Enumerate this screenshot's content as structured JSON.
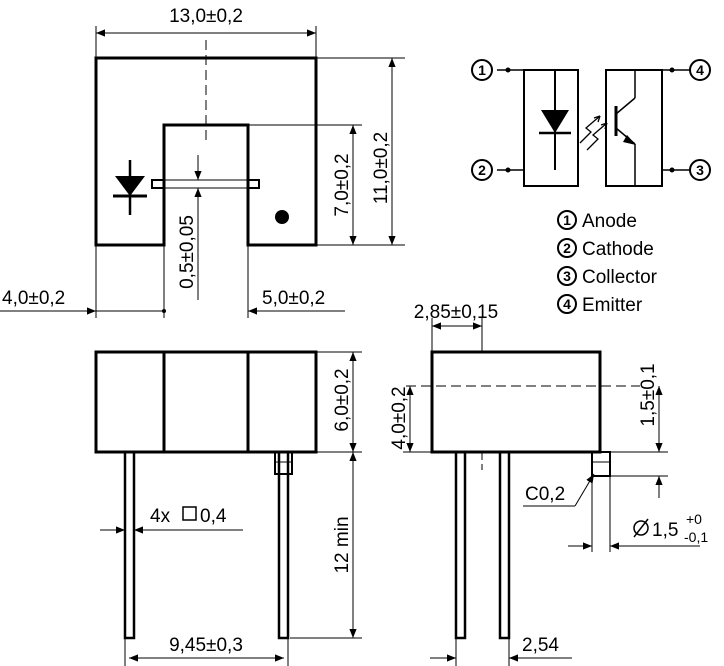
{
  "dimensions": {
    "width_top": "13,0±0,2",
    "height_total": "11,0±0,2",
    "slot_depth": "7,0±0,2",
    "aperture": "0,5±0,05",
    "offset_left": "4,0±0,2",
    "offset_right": "5,0±0,2",
    "side_offset": "2,85±0,15",
    "body_height": "6,0±0,2",
    "side_height": "4,0±0,2",
    "lead_offset": "1,5±0,1",
    "lead_length": "12 min",
    "lead_pitch_front": "9,45±0,3",
    "lead_section_prefix": "4x",
    "lead_section": "0,4",
    "chamfer": "C0,2",
    "pin_pitch_side": "2,54",
    "pin_diameter": "1,5",
    "pin_diameter_tol_upper": "+0",
    "pin_diameter_tol_lower": "-0,1"
  },
  "pins": [
    {
      "num": "1",
      "name": "Anode"
    },
    {
      "num": "2",
      "name": "Cathode"
    },
    {
      "num": "3",
      "name": "Collector"
    },
    {
      "num": "4",
      "name": "Emitter"
    }
  ]
}
